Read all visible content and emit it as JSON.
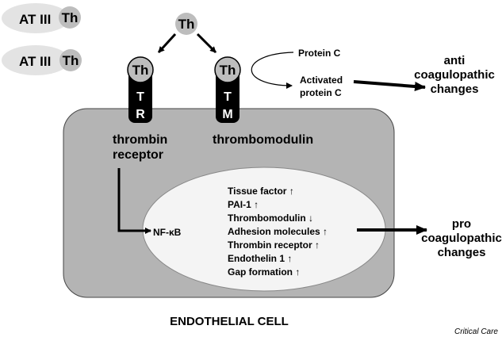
{
  "complexes": [
    {
      "antithrombin": "AT III",
      "thrombin": "Th"
    },
    {
      "antithrombin": "AT III",
      "thrombin": "Th"
    }
  ],
  "free_thrombin": "Th",
  "receptors": {
    "thrombin_receptor": {
      "bound": "Th",
      "letters": [
        "T",
        "R"
      ],
      "label_lines": [
        "thrombin",
        "receptor"
      ]
    },
    "thrombomodulin": {
      "bound": "Th",
      "letters": [
        "T",
        "M"
      ],
      "label": "thrombomodulin"
    }
  },
  "protein_c": {
    "protein_c": "Protein C",
    "activated_lines": [
      "Activated",
      "protein C"
    ]
  },
  "anti_outcome": [
    "anti",
    "coagulopathic",
    "changes"
  ],
  "nfkb": "NF-κB",
  "nucleus_effects": [
    {
      "label": "Tissue factor",
      "direction": "↑"
    },
    {
      "label": "PAI-1",
      "direction": "↑"
    },
    {
      "label": "Thrombomodulin",
      "direction": "↓"
    },
    {
      "label": "Adhesion molecules",
      "direction": "↑"
    },
    {
      "label": "Thrombin receptor",
      "direction": "↑"
    },
    {
      "label": "Endothelin 1",
      "direction": "↑"
    },
    {
      "label": "Gap formation",
      "direction": "↑"
    }
  ],
  "pro_outcome": [
    "pro",
    "coagulopathic",
    "changes"
  ],
  "cell_label": "ENDOTHELIAL CELL",
  "credit": "Critical Care",
  "colors": {
    "cell": "#b4b4b4",
    "nucleus": "#f4f4f4",
    "thrombin": "#bdbdbd",
    "at3": "#e3e3e3",
    "receptor": "#000000"
  }
}
